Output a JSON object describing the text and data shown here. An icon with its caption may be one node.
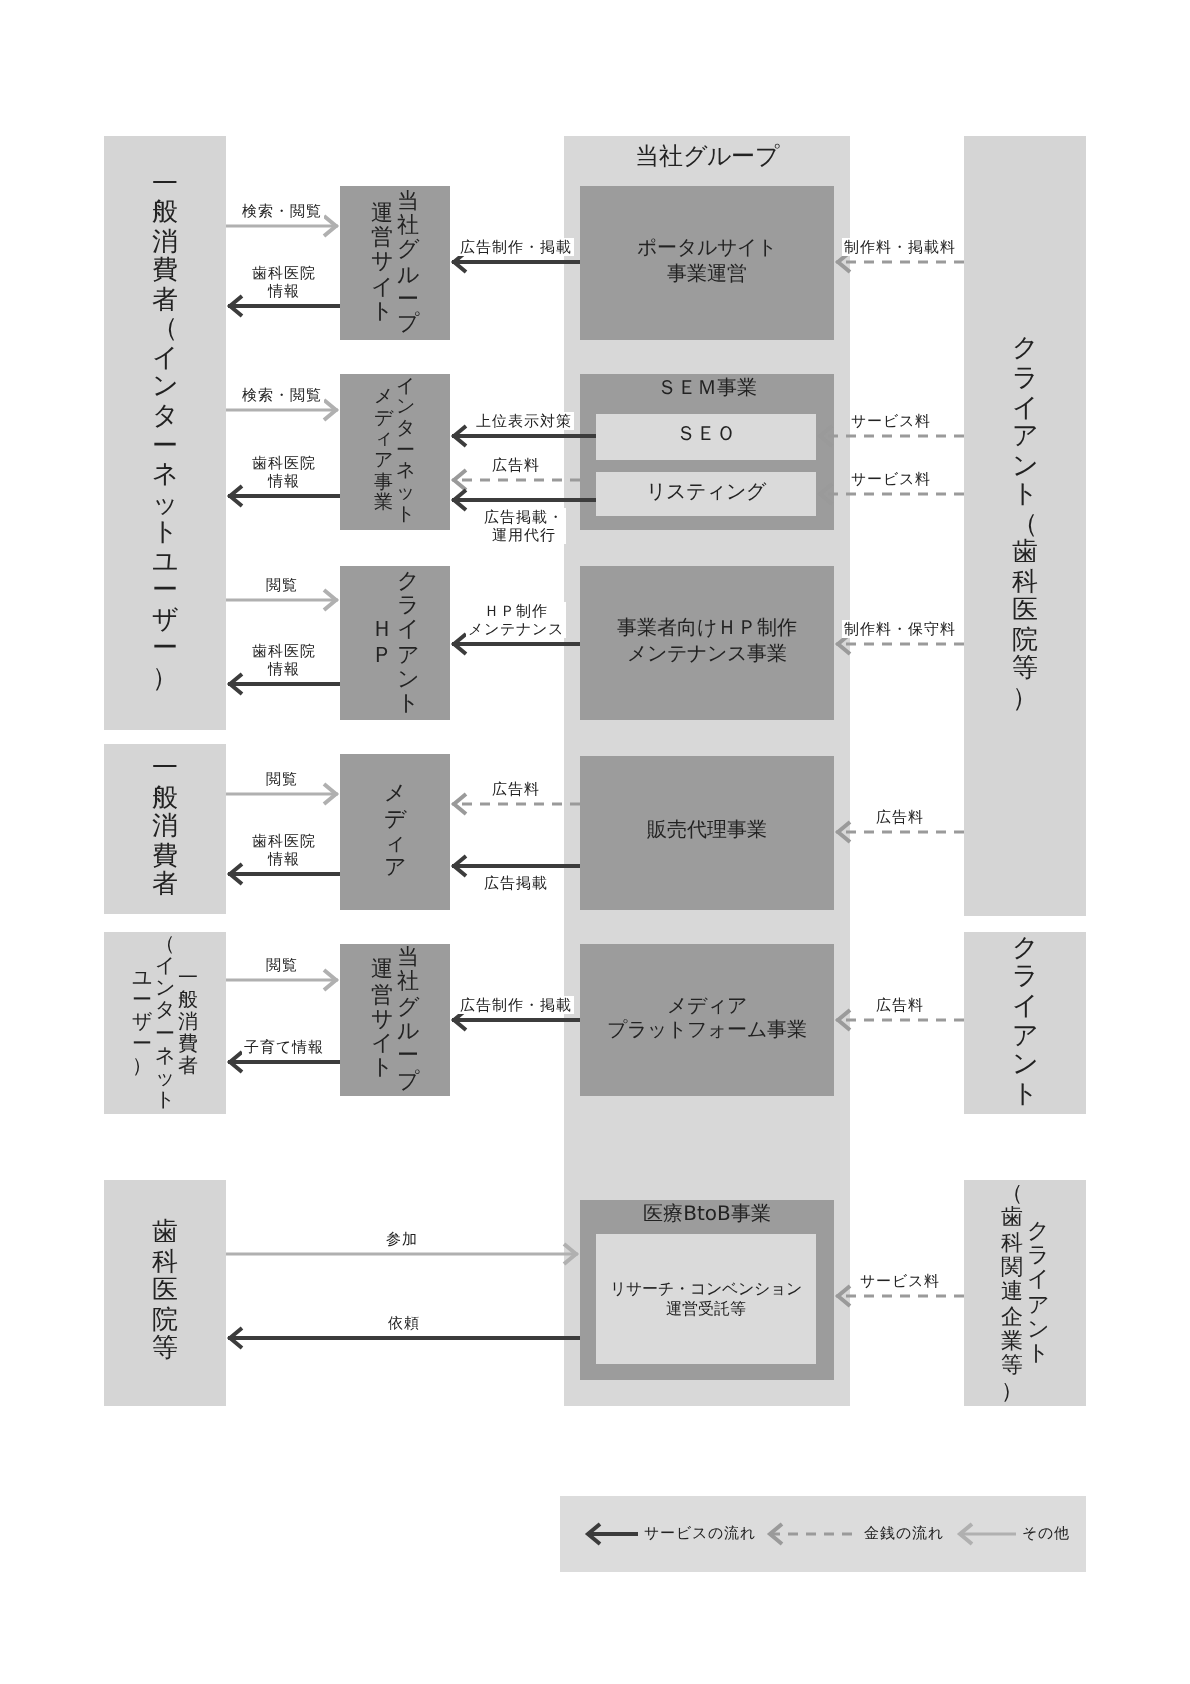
{
  "diagram": {
    "nodes": [
      {
        "text": [
          "一般消費者（インターネットユーザー）"
        ]
      },
      {
        "text": [
          "当社グループ運営サイト"
        ]
      },
      {
        "text": [
          "インターネットメディア事業"
        ]
      },
      {
        "text": [
          "クライアントＨＰ"
        ]
      },
      {
        "text": [
          "一般消費者"
        ]
      },
      {
        "text": [
          "メディア"
        ]
      },
      {
        "text": [
          "一般消費者（インターネットユーザー）"
        ]
      },
      {
        "text": [
          "当社グループ運営サイト"
        ]
      },
      {
        "text": [
          "歯科医院等"
        ]
      },
      {
        "text": [
          "当社グループ"
        ]
      },
      {
        "text": [
          "ポータルサイト事業運営"
        ],
        "in": 9
      },
      {
        "text": [
          "ＳＥＭ事業"
        ],
        "in": 9
      },
      {
        "text": [
          "ＳＥＯ"
        ],
        "in": 11
      },
      {
        "text": [
          "リスティング"
        ],
        "in": 11
      },
      {
        "text": [
          "事業者向けＨＰ制作メンテナンス事業"
        ],
        "in": 9
      },
      {
        "text": [
          "販売代理事業"
        ],
        "in": 9
      },
      {
        "text": [
          "メディアプラットフォーム事業"
        ],
        "in": 9
      },
      {
        "text": [
          "医療BtoB事業"
        ],
        "in": 9
      },
      {
        "text": [
          "リサーチ・コンベンション運営受託等"
        ],
        "in": 17
      },
      {
        "text": [
          "クライアント（歯科医院等）"
        ]
      },
      {
        "text": [
          "クライアント"
        ]
      },
      {
        "text": [
          "クライアント（歯科関連企業等）"
        ]
      }
    ],
    "edges": [
      {
        "from": 0,
        "to": 1,
        "arrow": "to",
        "label": "検索・閲覧",
        "color": "#b0b0b0"
      },
      {
        "from": 1,
        "to": 0,
        "arrow": "to",
        "label": "歯科医院情報"
      },
      {
        "from": 10,
        "to": 1,
        "arrow": "to",
        "label": "広告制作・掲載"
      },
      {
        "from": 19,
        "to": 10,
        "arrow": "to",
        "label": "制作料・掲載料",
        "style": "dashed",
        "color": "#9a9a9a"
      },
      {
        "from": 0,
        "to": 2,
        "arrow": "to",
        "label": "検索・閲覧",
        "color": "#b0b0b0"
      },
      {
        "from": 2,
        "to": 0,
        "arrow": "to",
        "label": "歯科医院情報"
      },
      {
        "from": 12,
        "to": 2,
        "arrow": "to",
        "label": "上位表示対策"
      },
      {
        "from": 11,
        "to": 2,
        "arrow": "to",
        "label": "広告料",
        "style": "dashed",
        "color": "#9a9a9a"
      },
      {
        "from": 13,
        "to": 2,
        "arrow": "to",
        "label": "広告掲載・運用代行"
      },
      {
        "from": 19,
        "to": 12,
        "arrow": "to",
        "label": "サービス料",
        "style": "dashed",
        "color": "#9a9a9a"
      },
      {
        "from": 19,
        "to": 13,
        "arrow": "to",
        "label": "サービス料",
        "style": "dashed",
        "color": "#9a9a9a"
      },
      {
        "from": 0,
        "to": 3,
        "arrow": "to",
        "label": "閲覧",
        "color": "#b0b0b0"
      },
      {
        "from": 3,
        "to": 0,
        "arrow": "to",
        "label": "歯科医院情報"
      },
      {
        "from": 14,
        "to": 3,
        "arrow": "to",
        "label": "ＨＰ制作メンテナンス"
      },
      {
        "from": 19,
        "to": 14,
        "arrow": "to",
        "label": "制作料・保守料",
        "style": "dashed",
        "color": "#9a9a9a"
      },
      {
        "from": 4,
        "to": 5,
        "arrow": "to",
        "label": "閲覧",
        "color": "#b0b0b0"
      },
      {
        "from": 5,
        "to": 4,
        "arrow": "to",
        "label": "歯科医院情報"
      },
      {
        "from": 15,
        "to": 5,
        "arrow": "to",
        "label": "広告料",
        "style": "dashed",
        "color": "#9a9a9a"
      },
      {
        "from": 15,
        "to": 5,
        "arrow": "to",
        "label": "広告掲載"
      },
      {
        "from": 19,
        "to": 15,
        "arrow": "to",
        "label": "広告料",
        "style": "dashed",
        "color": "#9a9a9a"
      },
      {
        "from": 6,
        "to": 7,
        "arrow": "to",
        "label": "閲覧",
        "color": "#b0b0b0"
      },
      {
        "from": 7,
        "to": 6,
        "arrow": "to",
        "label": "子育て情報"
      },
      {
        "from": 16,
        "to": 7,
        "arrow": "to",
        "label": "広告制作・掲載"
      },
      {
        "from": 20,
        "to": 16,
        "arrow": "to",
        "label": "広告料",
        "style": "dashed",
        "color": "#9a9a9a"
      },
      {
        "from": 8,
        "to": 17,
        "arrow": "to",
        "label": "参加",
        "color": "#b0b0b0"
      },
      {
        "from": 17,
        "to": 8,
        "arrow": "to",
        "label": "依頼"
      },
      {
        "from": 21,
        "to": 17,
        "arrow": "to",
        "label": "サービス料",
        "style": "dashed",
        "color": "#9a9a9a"
      }
    ],
    "legend": [
      {
        "text": "サービスの流れ"
      },
      {
        "text": "金銭の流れ"
      },
      {
        "text": "その他"
      }
    ]
  }
}
